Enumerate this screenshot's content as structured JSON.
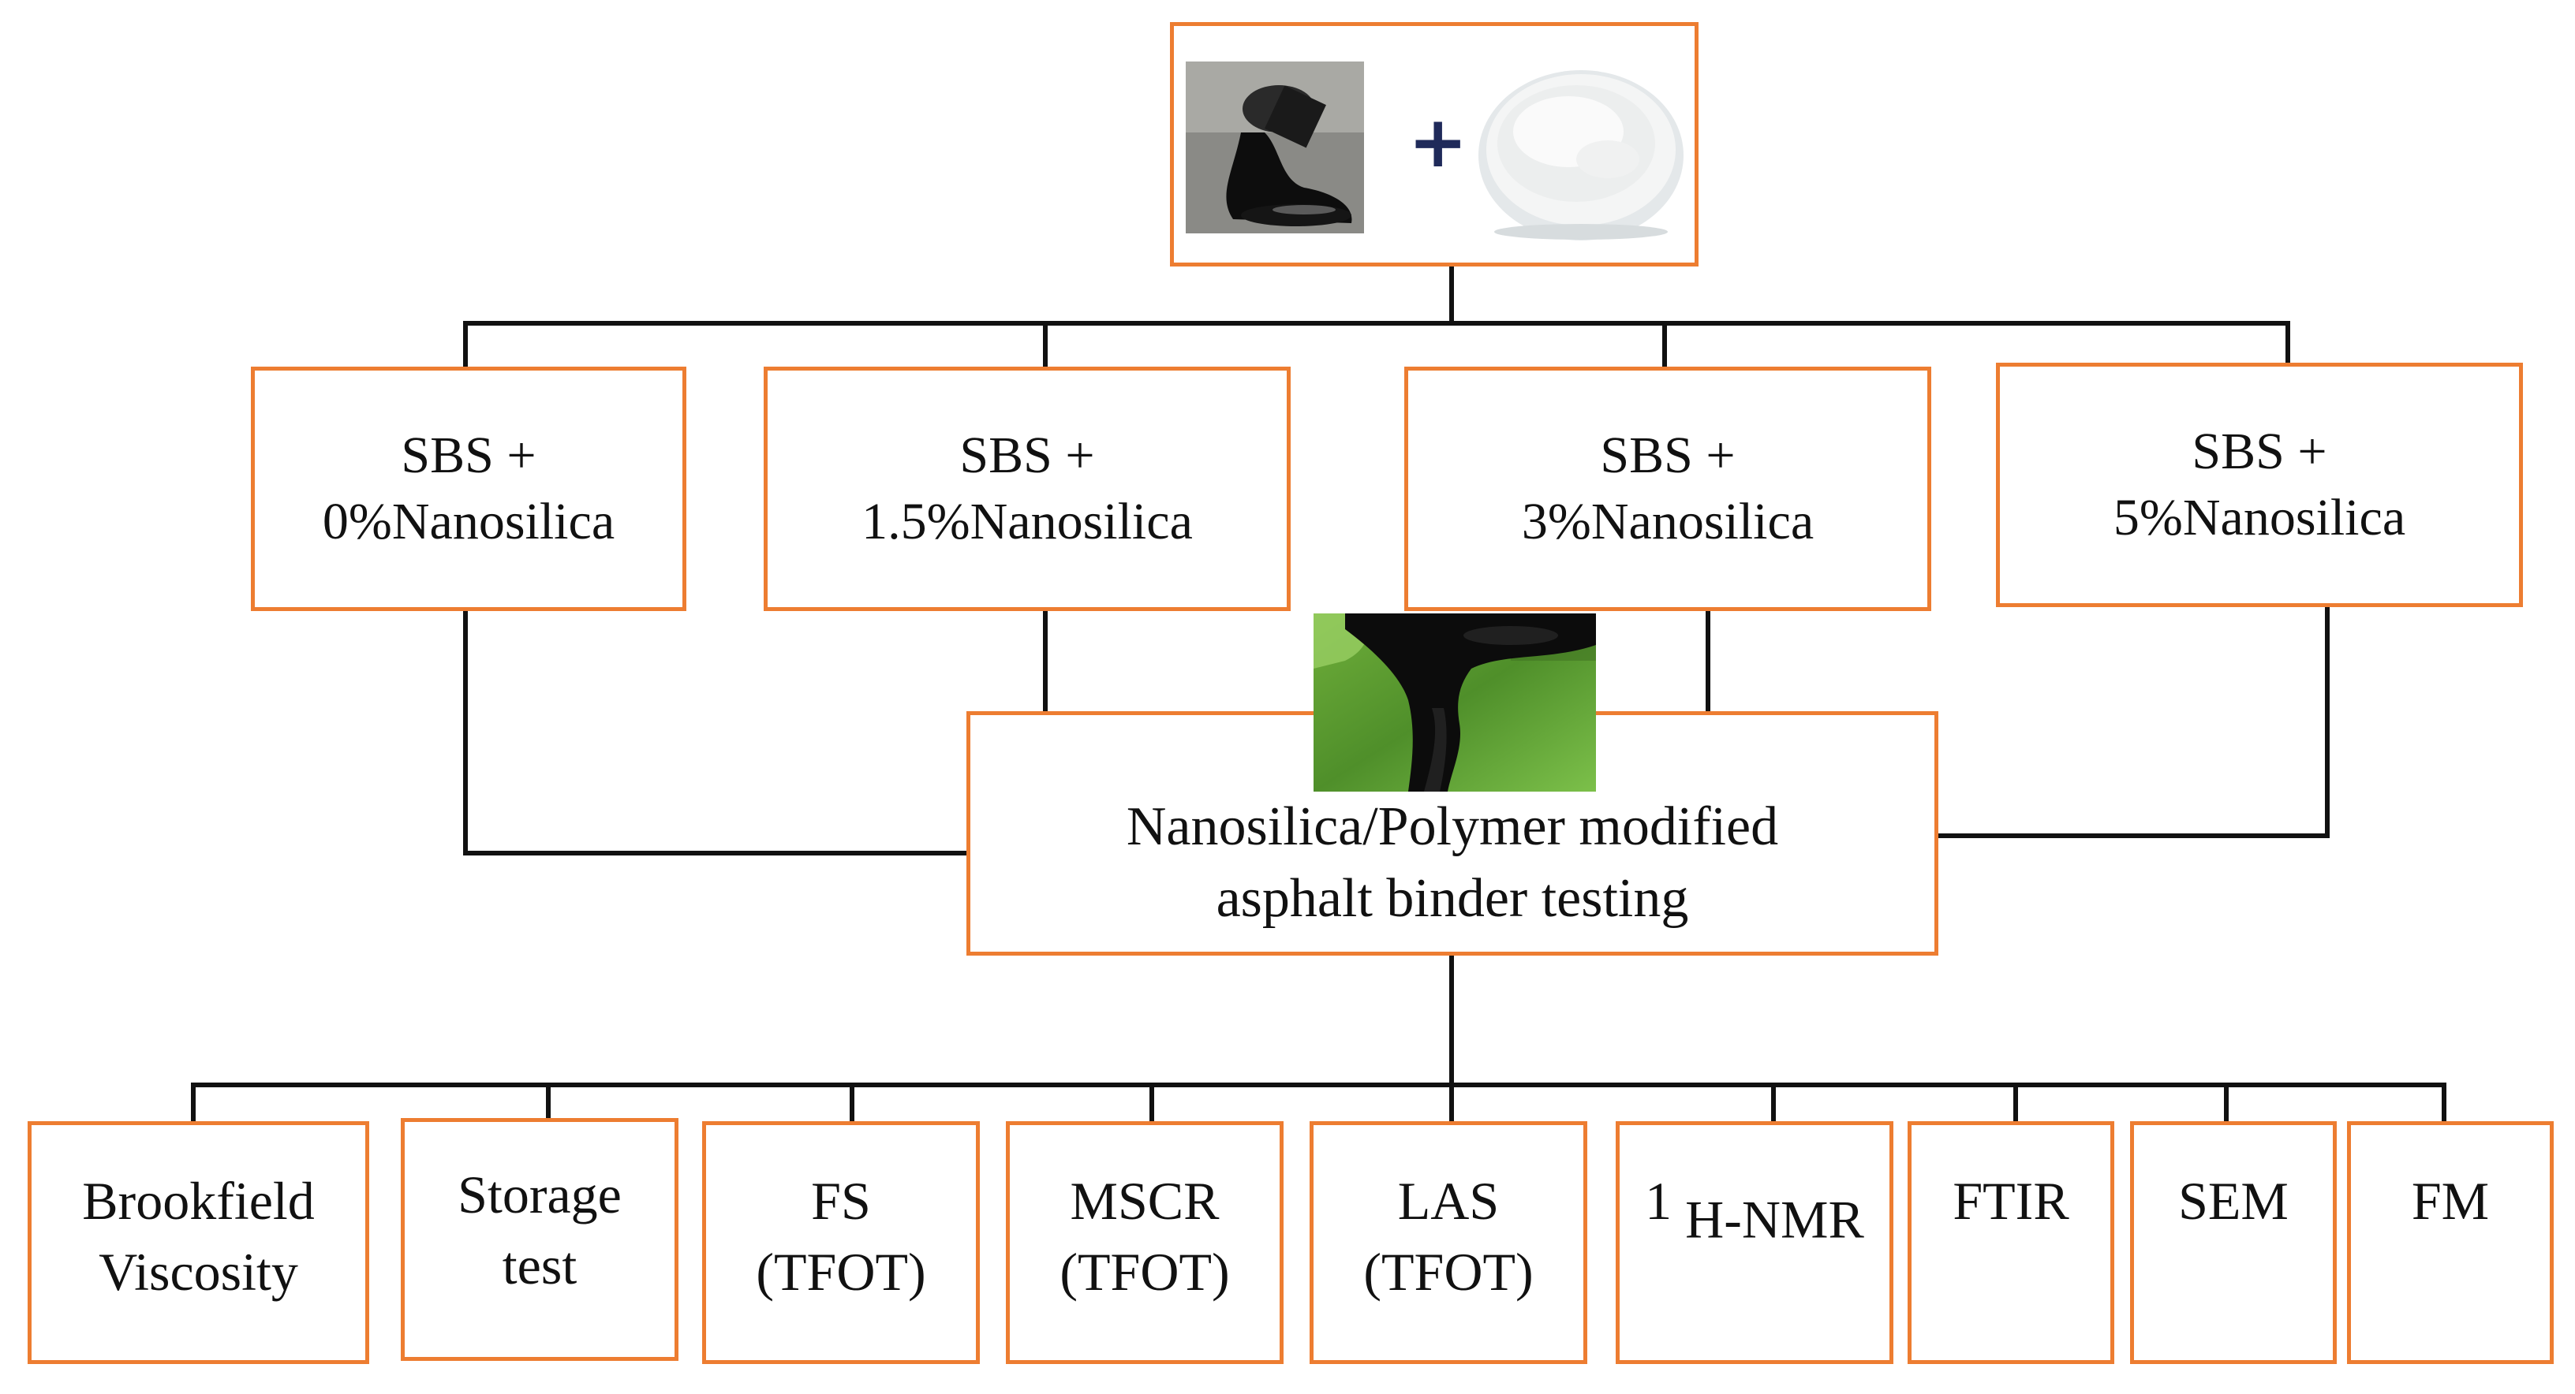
{
  "top": {
    "operator": "+",
    "left_image": "asphalt-binder-photo",
    "right_image": "nanosilica-powder-photo"
  },
  "formulations": [
    {
      "line1": "SBS +",
      "line2": "0%Nanosilica"
    },
    {
      "line1": "SBS +",
      "line2": "1.5%Nanosilica"
    },
    {
      "line1": "SBS +",
      "line2": "3%Nanosilica"
    },
    {
      "line1": "SBS +",
      "line2": "5%Nanosilica"
    }
  ],
  "center": {
    "line1": "Nanosilica/Polymer modified",
    "line2": "asphalt binder testing",
    "image": "modified-binder-photo"
  },
  "tests": [
    {
      "line1": "Brookfield",
      "line2": "Viscosity"
    },
    {
      "line1": "Storage",
      "line2": "test"
    },
    {
      "line1": "FS",
      "line2": "(TFOT)"
    },
    {
      "line1": "MSCR",
      "line2": "(TFOT)"
    },
    {
      "line1": "LAS",
      "line2": "(TFOT)"
    },
    {
      "superscript": "1",
      "line1": " H-NMR",
      "line2": ""
    },
    {
      "line1": "FTIR",
      "line2": ""
    },
    {
      "line1": "SEM",
      "line2": ""
    },
    {
      "line1": "FM",
      "line2": ""
    }
  ],
  "colors": {
    "box_border": "#ed7d31",
    "connector": "#111111",
    "plus": "#1f2a5a"
  }
}
